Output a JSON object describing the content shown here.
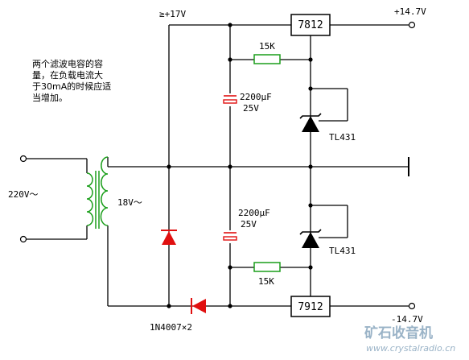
{
  "labels": {
    "v_unreg": "≥+17V",
    "v_pos_out": "+14.7V",
    "v_neg_out": "-14.7V",
    "reg_pos": "7812",
    "reg_neg": "7912",
    "r_top": "15K",
    "r_bot": "15K",
    "cap_top_value": "2200μF",
    "cap_top_voltage": "25V",
    "cap_bot_value": "2200μF",
    "cap_bot_voltage": "25V",
    "zener_top": "TL431",
    "zener_bot": "TL431",
    "input_voltage": "220V～",
    "secondary_voltage": "18V～",
    "diodes": "1N4007×2"
  },
  "note": {
    "line1": "两个滤波电容的容",
    "line2": "量，在负载电流大",
    "line3": "于30mA的时候应适",
    "line4": "当增加。"
  },
  "watermark": {
    "title": "矿石收音机",
    "url": "www.crystalradio.cn"
  },
  "colors": {
    "wire": "#000000",
    "diode": "#e01010",
    "capacitor": "#e01010",
    "resistor": "#1a9e1a",
    "transformer": "#1a9e1a",
    "watermark": "#9ab3c7"
  }
}
